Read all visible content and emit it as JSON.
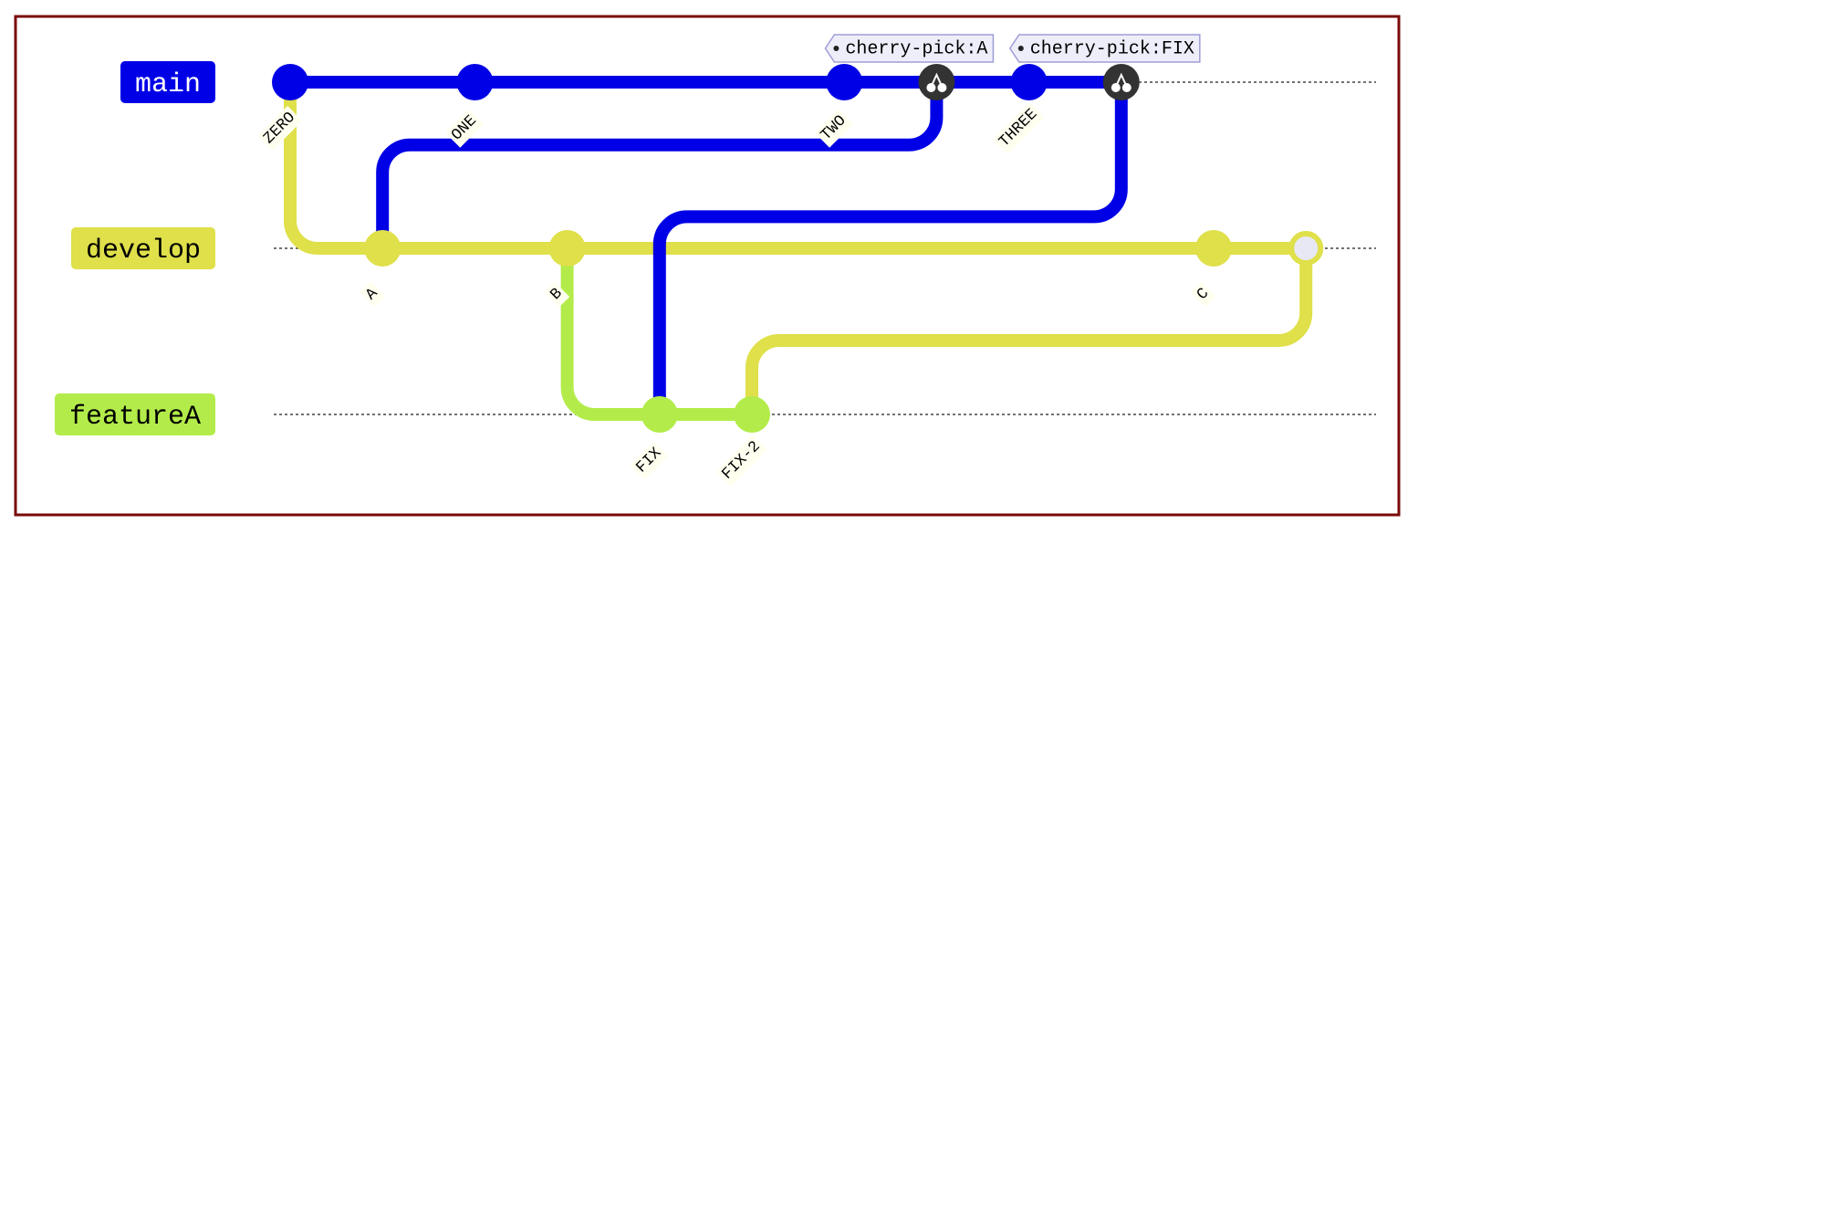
{
  "branches": [
    {
      "name": "main",
      "color": "#0000e6",
      "label_text_color": "#ffffff"
    },
    {
      "name": "develop",
      "color": "#dfe04a",
      "label_text_color": "#000000"
    },
    {
      "name": "featureA",
      "color": "#b3ec4a",
      "label_text_color": "#000000"
    }
  ],
  "commits": [
    {
      "id": "ZERO",
      "branch": "main",
      "type": "normal"
    },
    {
      "id": "A",
      "branch": "develop",
      "type": "normal"
    },
    {
      "id": "ONE",
      "branch": "main",
      "type": "normal"
    },
    {
      "id": "B",
      "branch": "develop",
      "type": "normal"
    },
    {
      "id": "FIX",
      "branch": "featureA",
      "type": "normal"
    },
    {
      "id": "FIX-2",
      "branch": "featureA",
      "type": "normal"
    },
    {
      "id": "TWO",
      "branch": "main",
      "type": "normal"
    },
    {
      "tag": "cherry-pick:A",
      "branch": "main",
      "type": "cherry-pick",
      "source": "A"
    },
    {
      "id": "THREE",
      "branch": "main",
      "type": "normal"
    },
    {
      "tag": "cherry-pick:FIX",
      "branch": "main",
      "type": "cherry-pick",
      "source": "FIX"
    },
    {
      "id": "C",
      "branch": "develop",
      "type": "normal"
    },
    {
      "branch": "develop",
      "type": "merge",
      "source": "FIX-2"
    }
  ],
  "colors": {
    "frame_border": "#7a0a0a",
    "cherry_pick_fill": "#333333",
    "merge_fill": "#e8e8f4",
    "tag_fill": "#eeeefa",
    "tag_border": "#9d9dd6",
    "commit_label_bg": "#fffff0"
  }
}
